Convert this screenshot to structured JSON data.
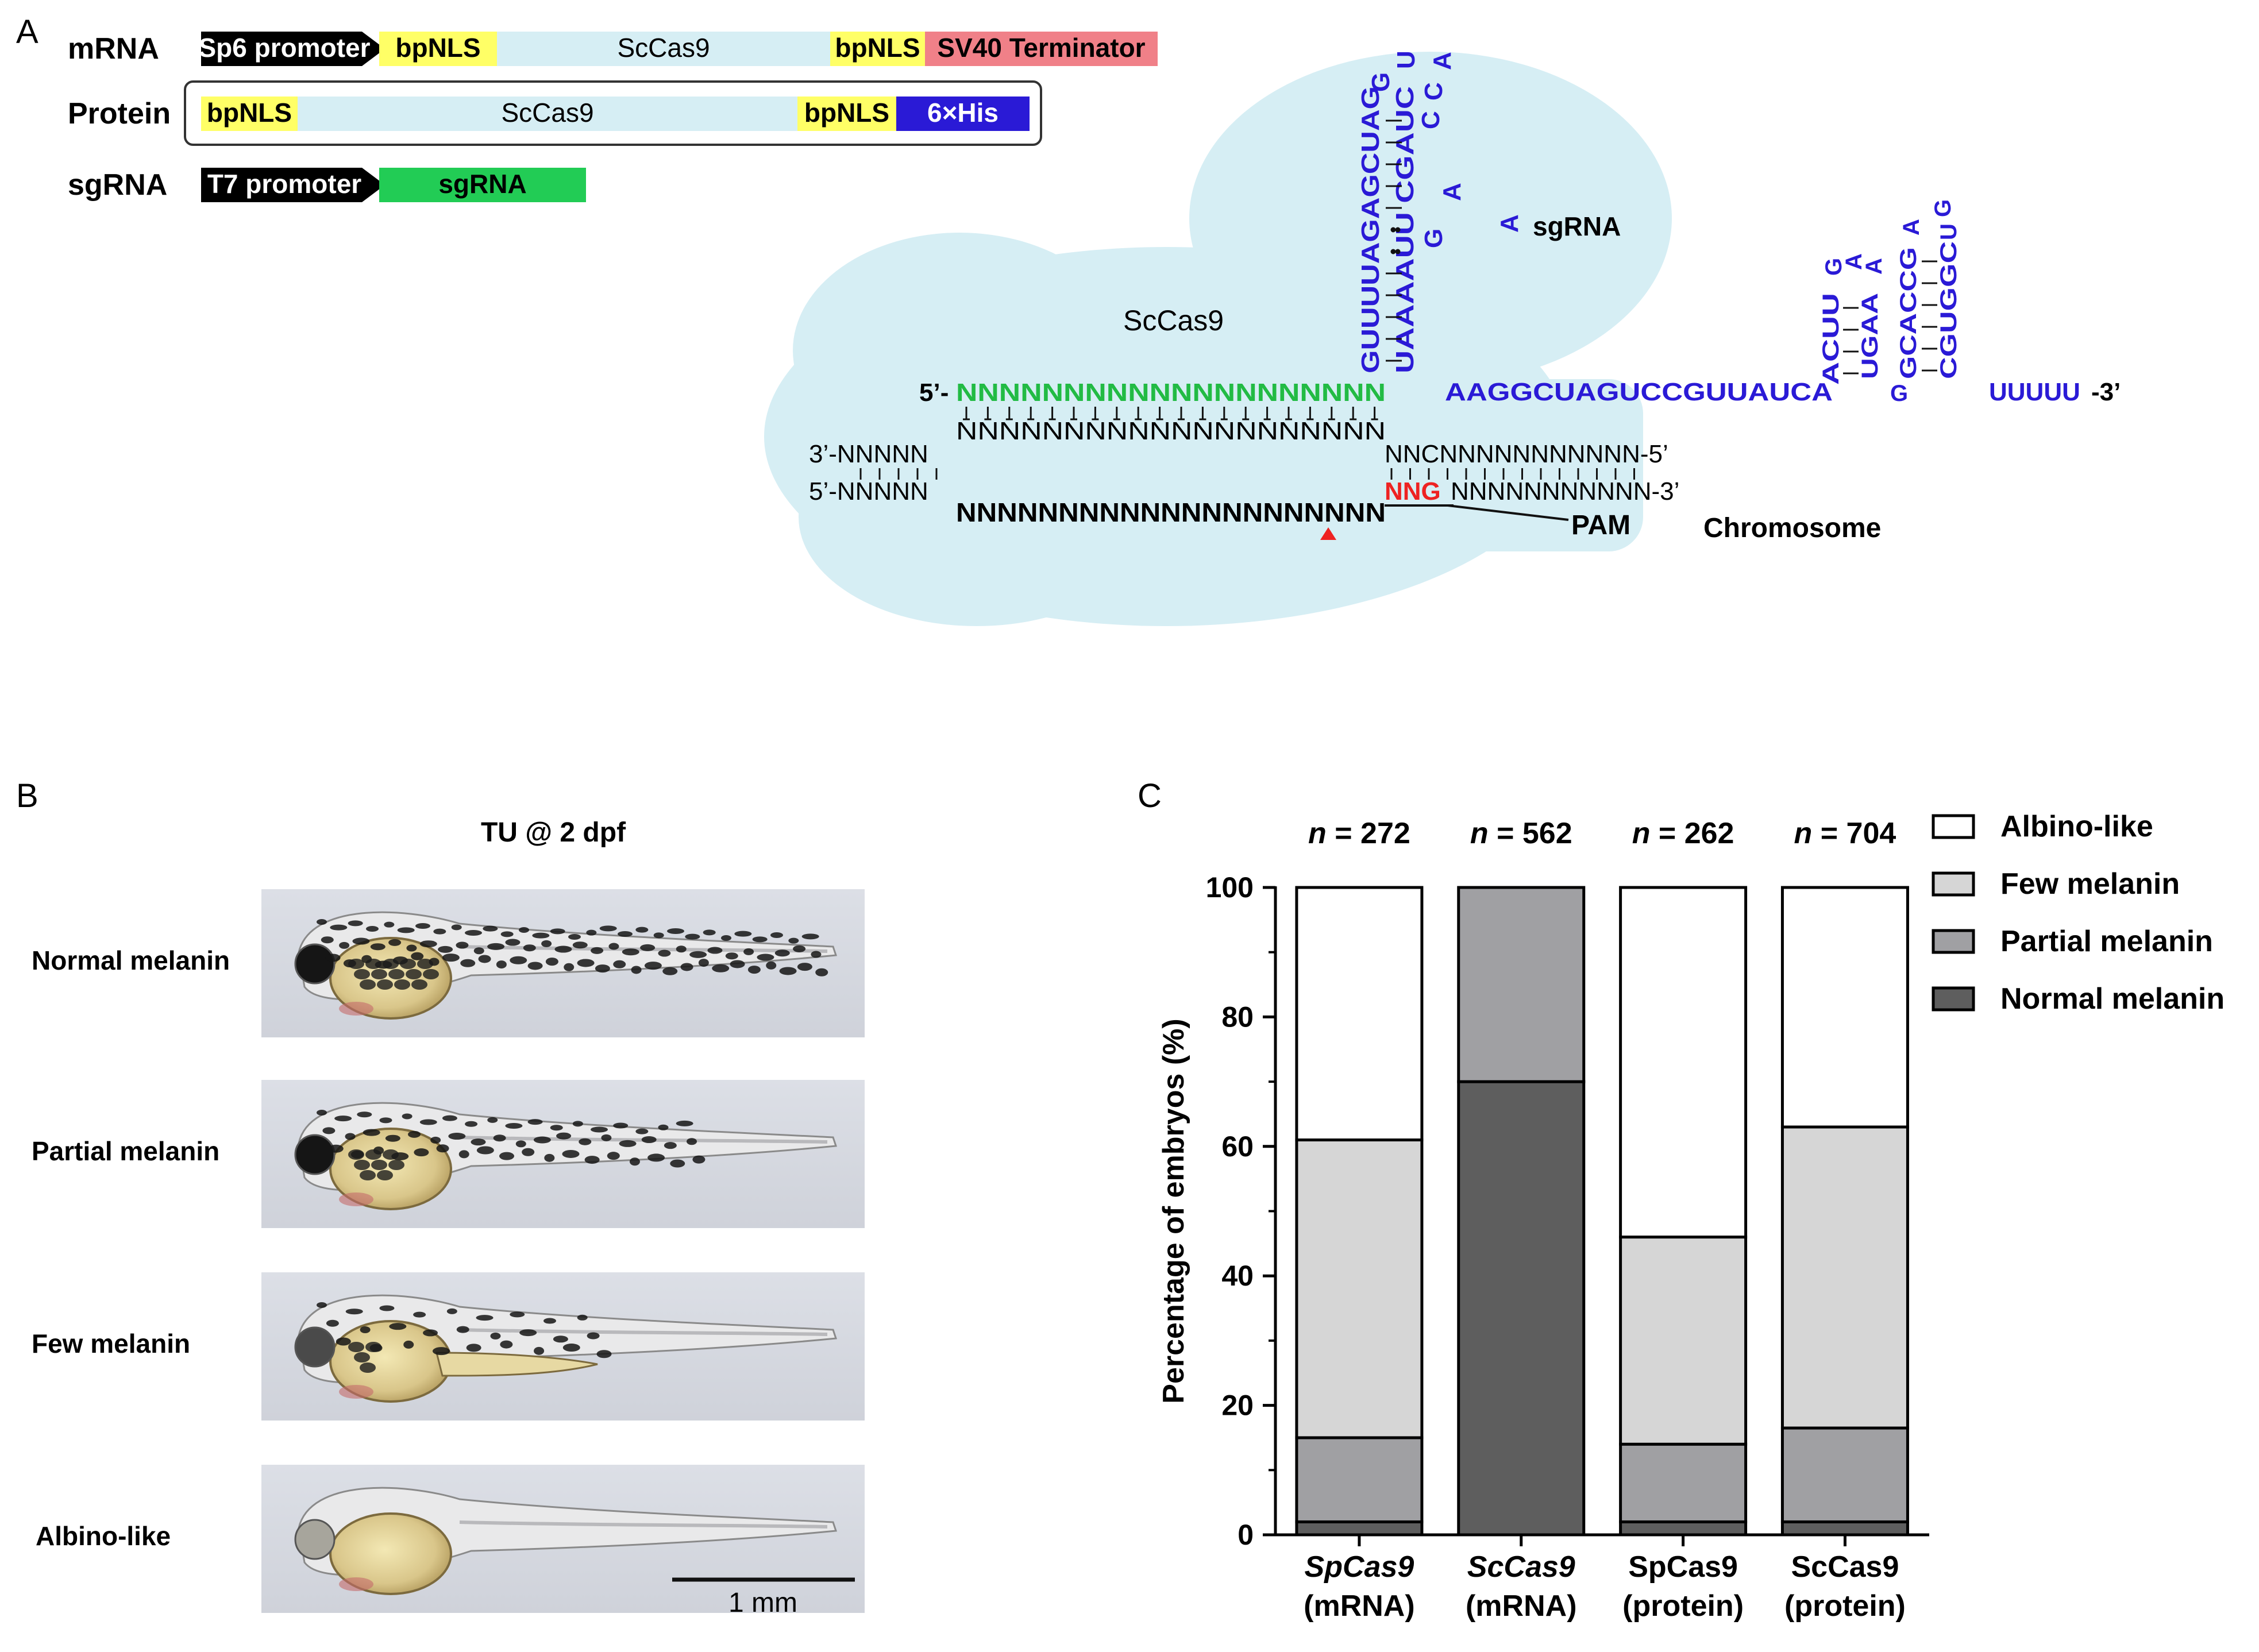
{
  "panel_labels": {
    "a": "A",
    "b": "B",
    "c": "C"
  },
  "panel_a": {
    "rows": [
      {
        "label": "mRNA",
        "segments": [
          {
            "text": "Sp6 promoter",
            "color": "#000000",
            "text_color": "#ffffff"
          },
          {
            "text": "bpNLS",
            "color": "#ffff66",
            "text_color": "#000000"
          },
          {
            "text": "ScCas9",
            "color": "#d6eef4",
            "text_color": "#000000"
          },
          {
            "text": "bpNLS",
            "color": "#ffff66",
            "text_color": "#000000"
          },
          {
            "text": "SV40 Terminator",
            "color": "#f08088",
            "text_color": "#000000"
          }
        ]
      },
      {
        "label": "Protein",
        "segments": [
          {
            "text": "bpNLS",
            "color": "#ffff66",
            "text_color": "#000000"
          },
          {
            "text": "ScCas9",
            "color": "#d6eef4",
            "text_color": "#000000"
          },
          {
            "text": "bpNLS",
            "color": "#ffff66",
            "text_color": "#000000"
          },
          {
            "text": "6×His",
            "color": "#2a1ad6",
            "text_color": "#ffffff"
          }
        ]
      },
      {
        "label": "sgRNA",
        "segments": [
          {
            "text": "T7 promoter",
            "color": "#000000",
            "text_color": "#ffffff"
          },
          {
            "text": "sgRNA",
            "color": "#22cc55",
            "text_color": "#000000"
          }
        ]
      }
    ],
    "diagram": {
      "cas_label": "ScCas9",
      "sgrna_label": "sgRNA",
      "pam_label": "PAM",
      "chromosome_label": "Chromosome",
      "spacer_prefix": "5’-",
      "spacer": "NNNNNNNNNNNNNNNNNNNN",
      "target_strand": "NNNNNNNNNNNNNNNNNNNN",
      "left_top": "3’-NNNNN",
      "left_bottom": "5’-NNNNN",
      "right_top": "NNCNNNNNNNNNNN-5’",
      "pam_seq": "NNG",
      "right_bottom_rest": "NNNNNNNNNNN-3’",
      "nontarget_strand": "NNNNNNNNNNNNNNNNNNNNN",
      "stem1_left": "GUUUUAGAGCUAG",
      "stem1_right": "UAAAAUU CGAUC",
      "stem1_loop": [
        "G",
        "U",
        "A",
        "C",
        "C"
      ],
      "stem1_bulge": [
        "A",
        "G",
        "A"
      ],
      "linker": "AAGGCUAGUCCGUUAUCA",
      "hp1_left": "ACUU",
      "hp1_right": "UGAA",
      "hp1_loop": [
        "G",
        "A",
        "A"
      ],
      "hp2_left": "GCACCG",
      "hp2_right": "CGUGGC",
      "hp2_loop": [
        "A",
        "G",
        "U"
      ],
      "hp_g": "G",
      "tail": "UUUUU",
      "tail_end": "-3’",
      "colors": {
        "spacer": "#22bb44",
        "rna": "#2a1ad6",
        "pam": "#ee2222",
        "bubble": "#d6eef4"
      }
    }
  },
  "panel_b": {
    "title": "TU @ 2 dpf",
    "rows": [
      "Normal melanin",
      "Partial melanin",
      "Few melanin",
      "Albino-like"
    ],
    "scale_bar": "1 mm"
  },
  "chart_data": {
    "type": "bar",
    "stacked": true,
    "categories": [
      {
        "line1": "SpCas9",
        "line2": "(mRNA)",
        "italic": true
      },
      {
        "line1": "ScCas9",
        "line2": "(mRNA)",
        "italic": true
      },
      {
        "line1": "SpCas9",
        "line2": "(protein)",
        "italic": false
      },
      {
        "line1": "ScCas9",
        "line2": "(protein)",
        "italic": false
      }
    ],
    "n_labels": [
      {
        "prefix": "n",
        "text": " = 272"
      },
      {
        "prefix": "n",
        "text": " = 562"
      },
      {
        "prefix": "n",
        "text": " = 262"
      },
      {
        "prefix": "n",
        "text": " = 704"
      }
    ],
    "series": [
      {
        "name": "Normal melanin",
        "color": "#5e5e5e",
        "values": [
          2,
          70,
          2,
          2
        ]
      },
      {
        "name": "Partial melanin",
        "color": "#a0a0a3",
        "values": [
          13,
          30,
          12,
          14.5
        ]
      },
      {
        "name": "Few melanin",
        "color": "#d6d6d6",
        "values": [
          46,
          0,
          32,
          46.5
        ]
      },
      {
        "name": "Albino-like",
        "color": "#ffffff",
        "values": [
          39,
          0,
          54,
          37
        ]
      }
    ],
    "legend_order": [
      "Albino-like",
      "Few melanin",
      "Partial melanin",
      "Normal melanin"
    ],
    "ylabel": "Percentage of embryos (%)",
    "ylim": [
      0,
      100
    ],
    "yticks": [
      "0",
      "20",
      "40",
      "60",
      "80",
      "100"
    ],
    "legend_position": "right"
  }
}
